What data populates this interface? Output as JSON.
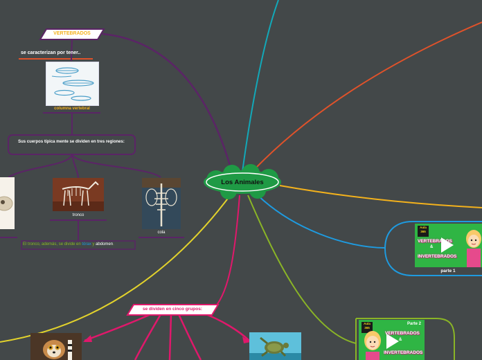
{
  "central": {
    "label": "Los Animales"
  },
  "vertebrados": {
    "title": "VERTEBRADOS",
    "caracterizan": "se caracterizan por tener..",
    "columna": "columna vertebral",
    "cuerpos": "Sus cuerpos típica mente se dividen en tres regiones:",
    "tronco": "tronco",
    "cola": "cola",
    "tronco_note": {
      "prefix": "El tronco, además, se divide en ",
      "torax": "tórax",
      "mid": " y ",
      "abdomen": "abdomen",
      "suffix": "."
    }
  },
  "grupos": {
    "label": "se dividen en cinco grupos:"
  },
  "videos": {
    "parte1_caption": "parte 1",
    "brand_line1": "Aula",
    "brand_line2": "365",
    "title_vert": "VERTEBRADOS",
    "title_amp": "&",
    "title_invert": "INVERTEBRADOS",
    "parte2_badge": "Parte 2"
  },
  "colors": {
    "background": "#434849",
    "purple": "#5b2466",
    "teal": "#12a8b8",
    "orange": "#e0522a",
    "yellow_orange": "#f4b21c",
    "blue": "#1e9be0",
    "lime": "#8ab526",
    "magenta": "#e0186b",
    "yellow": "#e2d22c",
    "green_node": "#1f9a45",
    "thumb_green": "#2fb544"
  }
}
